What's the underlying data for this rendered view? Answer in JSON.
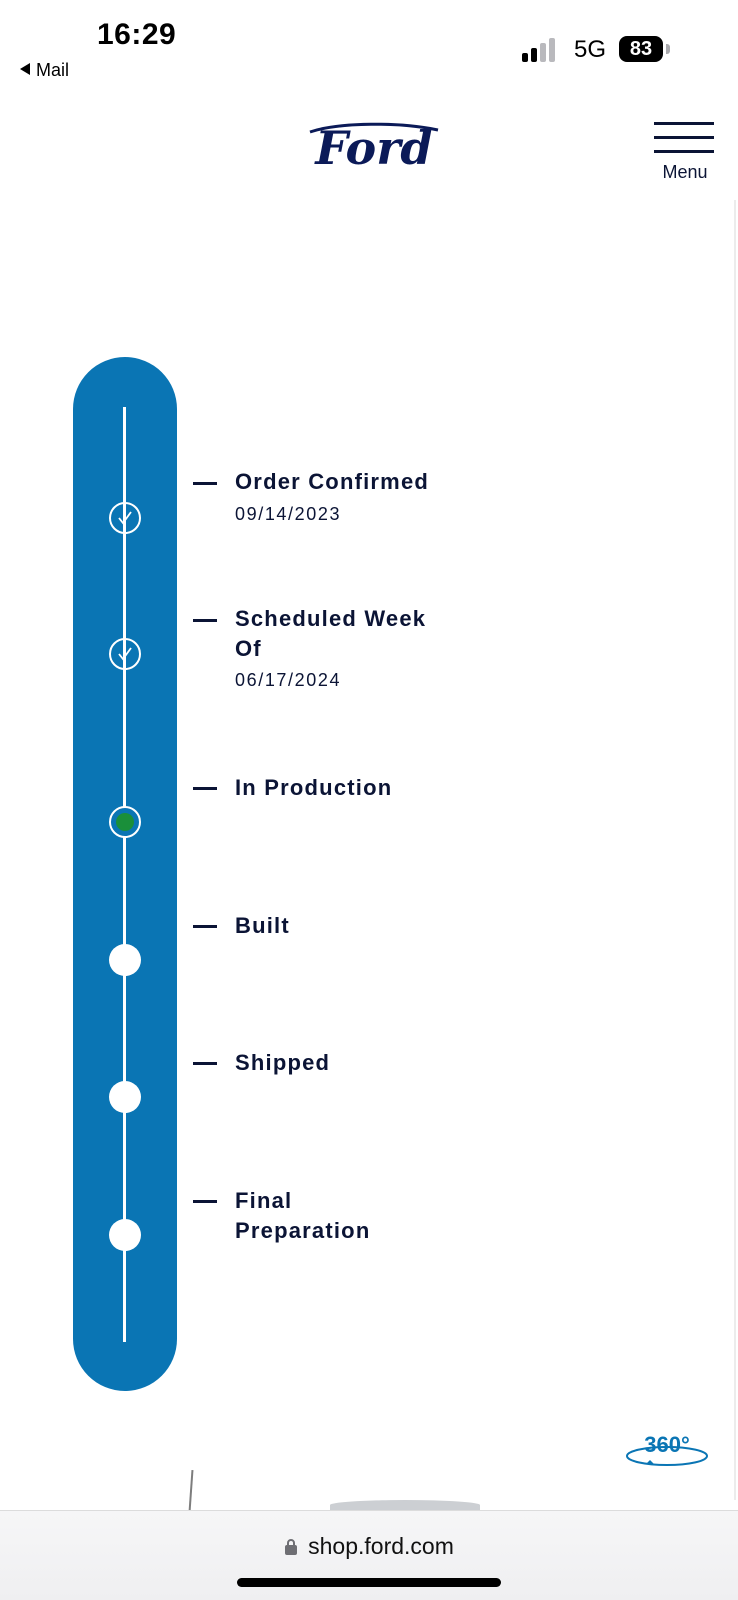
{
  "status_bar": {
    "time": "16:29",
    "back_label": "Mail",
    "network": "5G",
    "battery": "83"
  },
  "header": {
    "brand": "Ford",
    "menu_label": "Menu"
  },
  "tracker": {
    "accent_color": "#0a75b4",
    "current_color": "#1a8f3a",
    "steps": [
      {
        "title": "Order Confirmed",
        "date": "09/14/2023",
        "status": "complete"
      },
      {
        "title": "Scheduled Week Of",
        "date": "06/17/2024",
        "status": "complete"
      },
      {
        "title": "In Production",
        "date": "",
        "status": "current"
      },
      {
        "title": "Built",
        "date": "",
        "status": "pending"
      },
      {
        "title": "Shipped",
        "date": "",
        "status": "pending"
      },
      {
        "title": "Final Preparation",
        "date": "",
        "status": "pending"
      }
    ]
  },
  "view_badge": {
    "label": "360°",
    "icon": "rotate-360-icon"
  },
  "browser": {
    "url": "shop.ford.com"
  }
}
